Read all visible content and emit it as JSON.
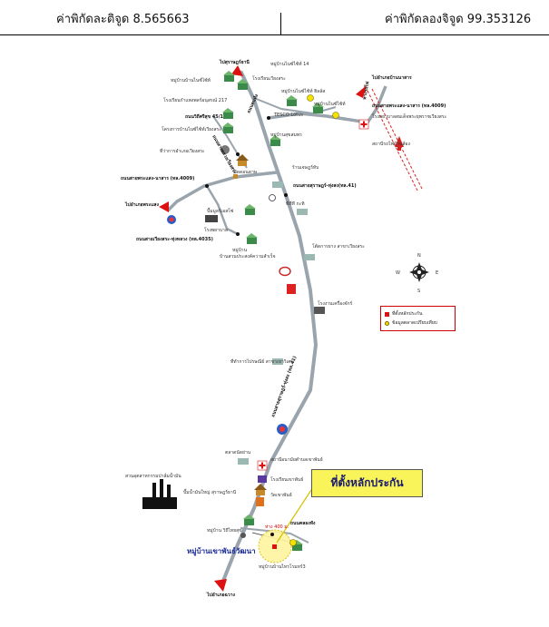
{
  "header": {
    "latitude": "ค่าพิกัดละติจูด 8.565663",
    "longitude": "ค่าพิกัดลองจิจูด 99.353126"
  },
  "legend": {
    "item_office": "ที่ตั้งหลักประกัน",
    "item_price": "ข้อมูลตลาดเปรียบเทียบ"
  },
  "callout": "ที่ตั้งหลักประกัน",
  "compass": {
    "n": "N",
    "s": "S",
    "e": "E",
    "w": "W"
  },
  "labels": {
    "to_surat_top": "ไปสุราษฎร์ธานี",
    "to_ban_na_san": "ไปอำเภอบ้านนาสาร",
    "to_phrasaeng": "ไปอำเภอพระแสง",
    "to_chawang": "ไปอำเภอฉวาง",
    "road_4009_ne": "ถนนสายพระแสง-นาสาร (ทล.4009)",
    "road_4009_w": "ถนนสายพระแสง-นาสาร (ทล.4009)",
    "road_41": "ถนนสายสุราษฎร์-ทุ่งสง(ทล.41)",
    "road_4035": "ถนนสายเวียงสระ-ทุ่งหลวง (ทล.4035)",
    "road_41_vertical": "ถนนสายสุราษฎร์-ทุ่งสง (ทล.41)",
    "rail": "ทางรถไฟ",
    "road_local_sw": "ถนนทางหลวงเวียงสระ",
    "road_srisuk": "ถนนวิถีศรีสุข 45/1",
    "road_sub": "ถนนคนทัง",
    "v14": "หมู่บ้านไนซ์ไซ้ท์ 14",
    "ban_nice_site": "หมู่บ้านบ้านไนซ์ไซ้ท์",
    "wiangsa_school": "โรงเรียนเวียงสระ",
    "ban_nice_site_hills": "หมู่บ้านไนซ์ไซ้ท์ ฮิลล์ส",
    "ban_nice_site2": "หมู่บ้านไนซ์ไซ้ท์",
    "tesco": "TESCO Lotus",
    "hospital_217": "โรงเรียนกำแพงพลร์อนุสรณ์ 217",
    "project_nice": "โครงการบ้านไนซ์ไซ้ท์เวียงสระ",
    "hospital_right": "โรงพยาบาลสมเด็จพระยุพราชเวียงสระ",
    "ban_sompoch": "หมู่บ้านสุขสมพร",
    "district_office": "ที่ว่าการอำเภอเวียงสระ",
    "wat_nai": "วัดดอนดาษ",
    "shop_a": "ร้านเจษฎร์ทับ",
    "station": "สถานีรถไฟบ้านส้อง",
    "hospital_ref": "พีทีที กะทิ",
    "chaiyoot": "ปั๊มมูลร์เอสโซ่",
    "wiangsa_rd": "โรงพยาบาล",
    "ban_srisaeng": "หมู่บ้าน",
    "ban_prasit": "บ้านสวนประสงค์ความสำเร็จ",
    "factory_right": "โรงงานเฟอร์นิเจอร์",
    "toyota_office": "โต้ดการยาง สาขาเวียงสระ",
    "bank": "โรงงานเครื่องจักร์",
    "post": "ที่ทำการไปรษณีย์ สาขาเขาวิเศษ",
    "market": "ตลาดนัดย่าน",
    "sub_hospital": "สถานีอนามัยตำบลเขาพันธ์",
    "school2": "โรงเรียนเขาพันธ์",
    "wat2": "วัดเขาพันธ์",
    "palm_factory": "สวนอุตสาหกรรมปาล์มน้ำมัน",
    "ban_suan": "ปั๊มน้ำมันใหญ่ สุราษฎร์ธานี",
    "v_wisit": "หมู่บ้าน วิถีไทยสุข",
    "ban_kao": "หมู่บ้านเขาพันธ์วัฒนา",
    "ban_kao_bold": "หมู่บ้านเขาพันธ์วัฒนา",
    "distance": "ห่าง 400 ม.",
    "ban_bottom": "หมู่บ้านบ้านไทรโรมทร์3",
    "road_kaothan": "ถนนคลองทัง"
  }
}
